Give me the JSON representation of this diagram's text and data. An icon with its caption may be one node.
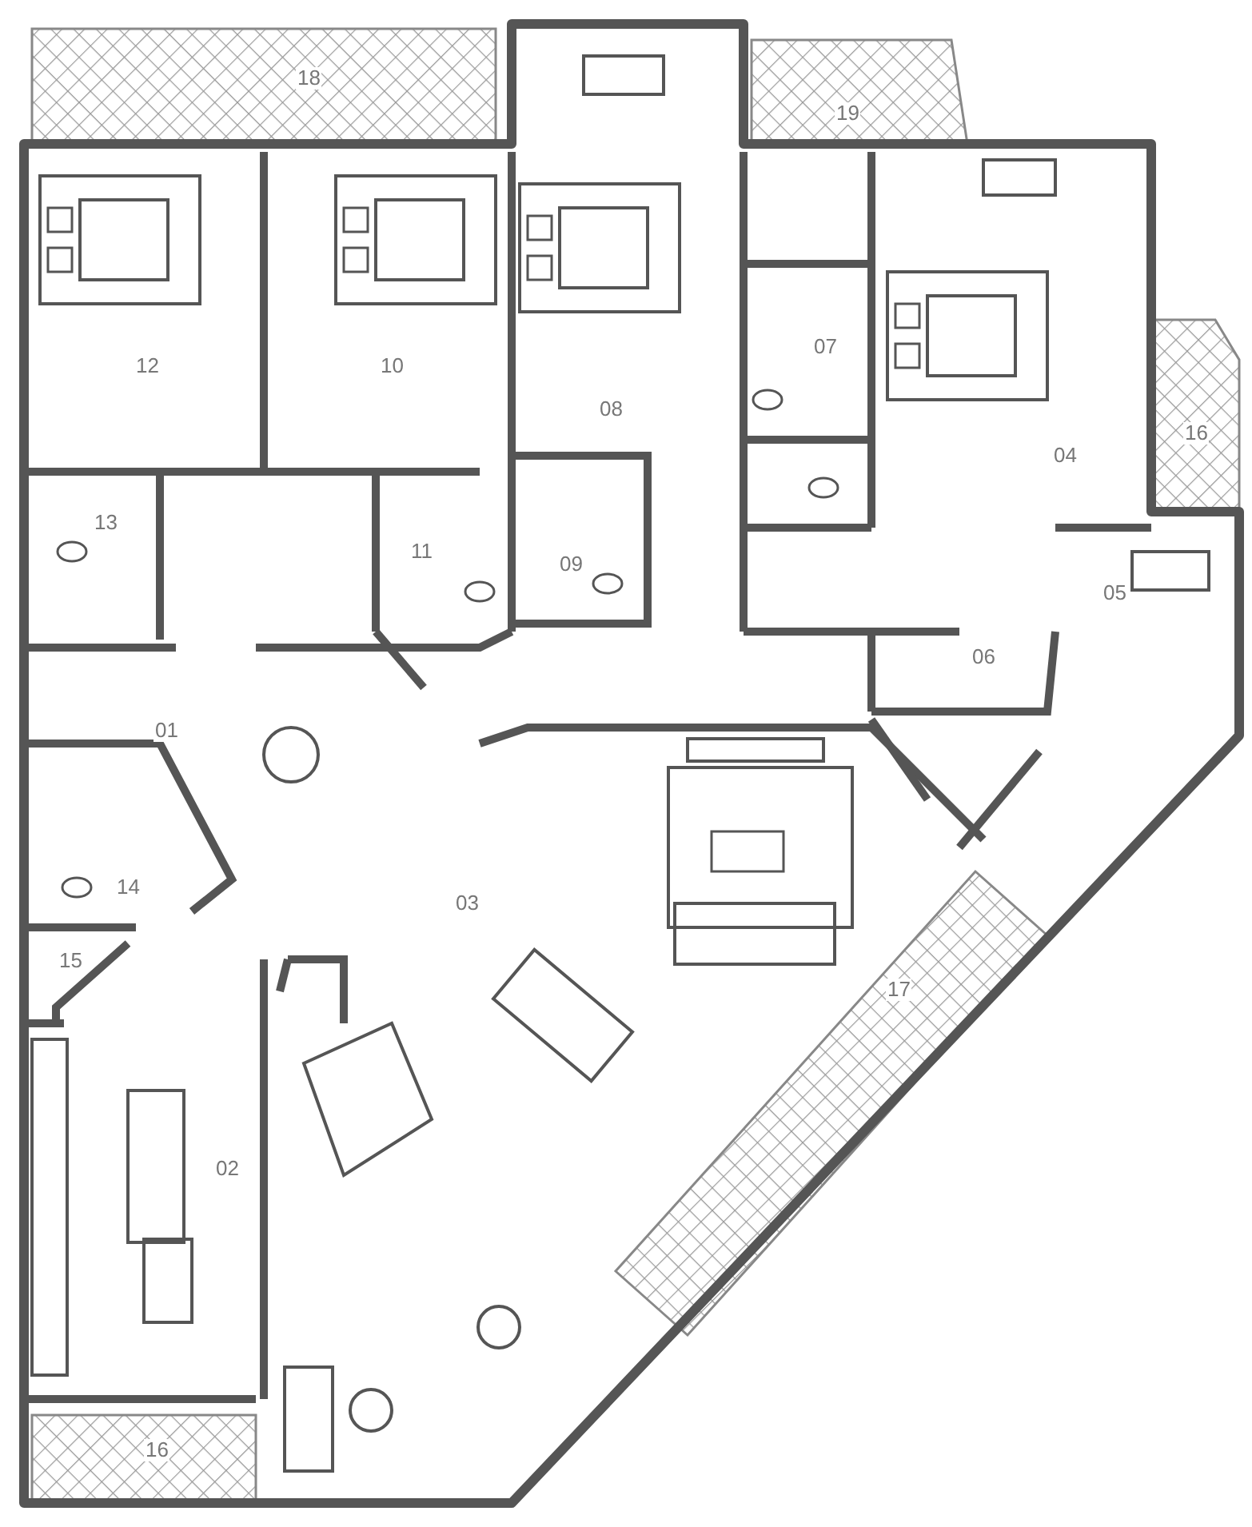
{
  "diagram": {
    "labels": [
      "18",
      "19",
      "12",
      "10",
      "08",
      "07",
      "16",
      "04",
      "13",
      "11",
      "09",
      "05",
      "06",
      "01",
      "14",
      "03",
      "15",
      "17",
      "02",
      "16"
    ]
  }
}
